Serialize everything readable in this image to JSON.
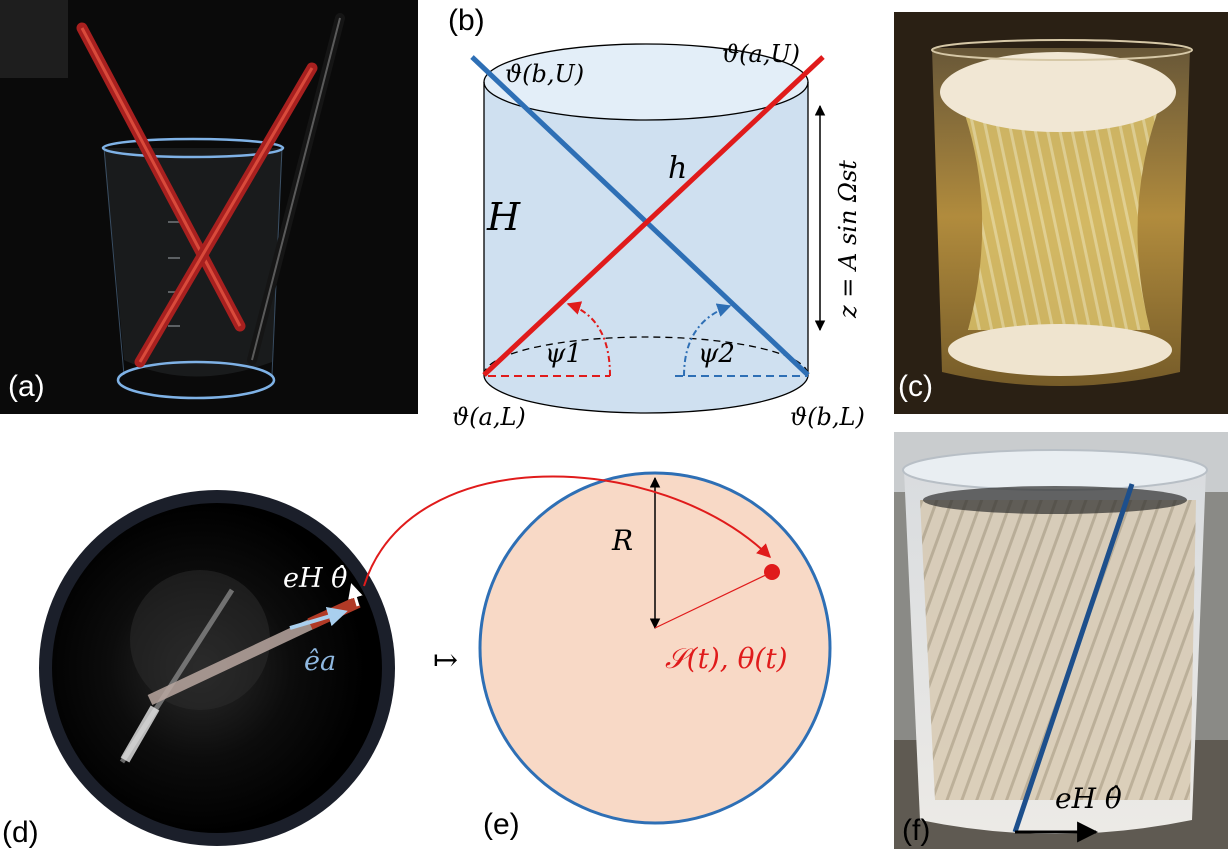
{
  "panels": {
    "a": {
      "label": "(a)"
    },
    "b": {
      "label": "(b)",
      "theta_bU": "ϑ(b,U)",
      "theta_aU": "ϑ(a,U)",
      "theta_aL": "ϑ(a,L)",
      "theta_bL": "ϑ(b,L)",
      "h": "h",
      "H": "H",
      "psi1": "ψ1",
      "psi2": "ψ2",
      "z_eq": "z = A sin Ωst"
    },
    "c": {
      "label": "(c)"
    },
    "d": {
      "label": "(d)",
      "eH_theta": "eH θ̂",
      "e_a": "êa"
    },
    "e": {
      "label": "(e)",
      "R": "R",
      "S_theta": "𝒮(t), θ(t)",
      "mapsto": "↦"
    },
    "f": {
      "label": "(f)",
      "eH_theta": "eH θ̂"
    }
  },
  "colors": {
    "blue_rod": "#2e6fb5",
    "red_rod": "#e01b1b",
    "cylinder_fill": "#cfe0f0",
    "disk_fill": "#f8d9c6",
    "disk_edge": "#2e6fb5",
    "arrow_red": "#e01b1b",
    "light_blue_label": "#8fb8e0"
  }
}
